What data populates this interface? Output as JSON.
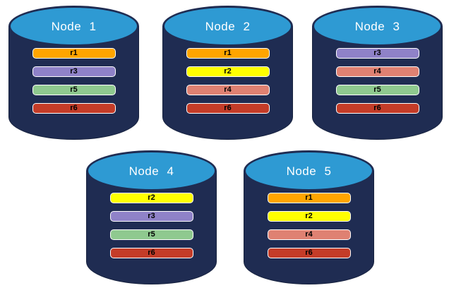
{
  "colors": {
    "background": "#FFFFFF",
    "cylinder_body": "#1F2C52",
    "cylinder_edge": "#17223E",
    "cylinder_top": "#2E9AD3",
    "node_label_text": "#FFFFFF",
    "bar_border": "#FFFFFF",
    "bar_text": "#000000",
    "replica_colors": {
      "r1": "#FFA500",
      "r2": "#FFFF00",
      "r3": "#8F82C8",
      "r4": "#DF8172",
      "r5": "#8FC98F",
      "r6": "#C43C28"
    }
  },
  "nodes": [
    {
      "label": "Node 1",
      "replicas": [
        "r1",
        "r3",
        "r5",
        "r6"
      ]
    },
    {
      "label": "Node 2",
      "replicas": [
        "r1",
        "r2",
        "r4",
        "r6"
      ]
    },
    {
      "label": "Node 3",
      "replicas": [
        "r3",
        "r4",
        "r5",
        "r6"
      ]
    },
    {
      "label": "Node 4",
      "replicas": [
        "r2",
        "r3",
        "r5",
        "r6"
      ]
    },
    {
      "label": "Node 5",
      "replicas": [
        "r1",
        "r2",
        "r4",
        "r6"
      ]
    }
  ]
}
